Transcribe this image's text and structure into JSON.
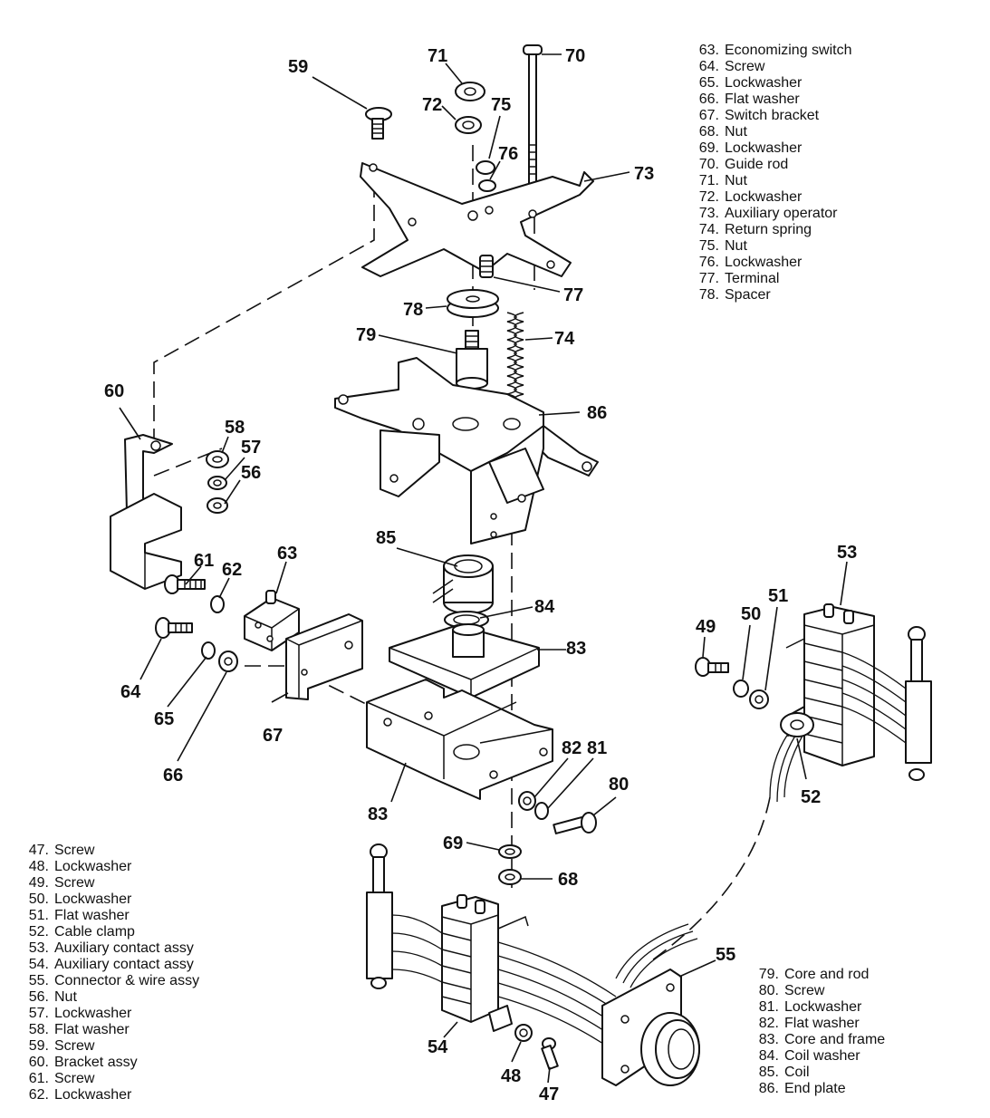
{
  "legend_top_right": [
    {
      "num": "63.",
      "text": "Economizing switch"
    },
    {
      "num": "64.",
      "text": "Screw"
    },
    {
      "num": "65.",
      "text": "Lockwasher"
    },
    {
      "num": "66.",
      "text": "Flat washer"
    },
    {
      "num": "67.",
      "text": "Switch bracket"
    },
    {
      "num": "68.",
      "text": "Nut"
    },
    {
      "num": "69.",
      "text": "Lockwasher"
    },
    {
      "num": "70.",
      "text": "Guide rod"
    },
    {
      "num": "71.",
      "text": "Nut"
    },
    {
      "num": "72.",
      "text": "Lockwasher"
    },
    {
      "num": "73.",
      "text": "Auxiliary operator"
    },
    {
      "num": "74.",
      "text": "Return spring"
    },
    {
      "num": "75.",
      "text": "Nut"
    },
    {
      "num": "76.",
      "text": "Lockwasher"
    },
    {
      "num": "77.",
      "text": "Terminal"
    },
    {
      "num": "78.",
      "text": "Spacer"
    }
  ],
  "legend_bottom_left": [
    {
      "num": "47.",
      "text": "Screw"
    },
    {
      "num": "48.",
      "text": "Lockwasher"
    },
    {
      "num": "49.",
      "text": "Screw"
    },
    {
      "num": "50.",
      "text": "Lockwasher"
    },
    {
      "num": "51.",
      "text": "Flat washer"
    },
    {
      "num": "52.",
      "text": "Cable clamp"
    },
    {
      "num": "53.",
      "text": "Auxiliary contact assy"
    },
    {
      "num": "54.",
      "text": "Auxiliary contact assy"
    },
    {
      "num": "55.",
      "text": "Connector & wire assy"
    },
    {
      "num": "56.",
      "text": "Nut"
    },
    {
      "num": "57.",
      "text": "Lockwasher"
    },
    {
      "num": "58.",
      "text": "Flat washer"
    },
    {
      "num": "59.",
      "text": "Screw"
    },
    {
      "num": "60.",
      "text": "Bracket assy"
    },
    {
      "num": "61.",
      "text": "Screw"
    },
    {
      "num": "62.",
      "text": "Lockwasher"
    }
  ],
  "legend_bottom_right": [
    {
      "num": "79.",
      "text": "Core and rod"
    },
    {
      "num": "80.",
      "text": "Screw"
    },
    {
      "num": "81.",
      "text": "Lockwasher"
    },
    {
      "num": "82.",
      "text": "Flat washer"
    },
    {
      "num": "83.",
      "text": "Core and frame"
    },
    {
      "num": "84.",
      "text": "Coil washer"
    },
    {
      "num": "85.",
      "text": "Coil"
    },
    {
      "num": "86.",
      "text": "End plate"
    }
  ],
  "callouts": {
    "c47": "47",
    "c48": "48",
    "c49": "49",
    "c50": "50",
    "c51": "51",
    "c52": "52",
    "c53": "53",
    "c54": "54",
    "c55": "55",
    "c56": "56",
    "c57": "57",
    "c58": "58",
    "c59": "59",
    "c60": "60",
    "c61": "61",
    "c62": "62",
    "c63": "63",
    "c64": "64",
    "c65": "65",
    "c66": "66",
    "c67": "67",
    "c68": "68",
    "c69": "69",
    "c70": "70",
    "c71": "71",
    "c72": "72",
    "c73": "73",
    "c74": "74",
    "c75": "75",
    "c76": "76",
    "c77": "77",
    "c78": "78",
    "c79": "79",
    "c80": "80",
    "c81": "81",
    "c82": "82",
    "c83a": "83",
    "c83b": "83",
    "c84": "84",
    "c85": "85",
    "c86": "86"
  }
}
